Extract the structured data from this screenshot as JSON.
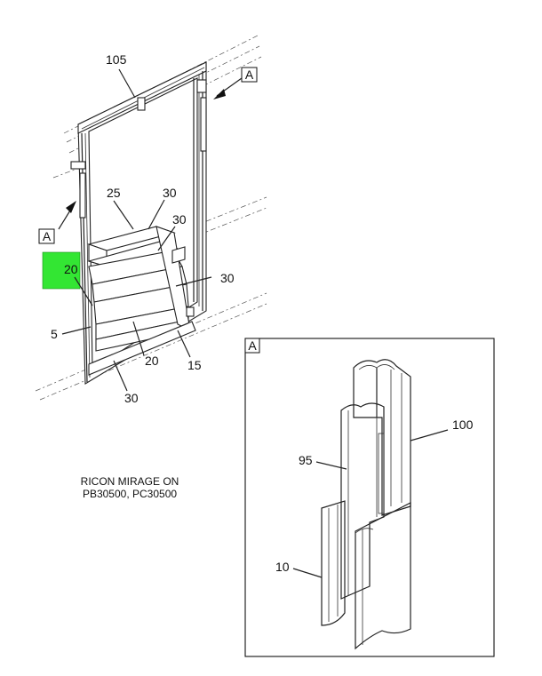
{
  "callouts": {
    "c105": "105",
    "c25": "25",
    "c30a": "30",
    "c30b": "30",
    "c30c": "30",
    "c30d": "30",
    "c20a": "20",
    "c20b": "20",
    "c5": "5",
    "c15": "15",
    "c100": "100",
    "c95": "95",
    "c10": "10"
  },
  "view_markers": {
    "top_right": "A",
    "left": "A",
    "detail": "A"
  },
  "note": {
    "line1": "RICON MIRAGE ON",
    "line2": "PB30500, PC30500"
  },
  "colors": {
    "highlight": "#33e633",
    "line": "#222222"
  }
}
